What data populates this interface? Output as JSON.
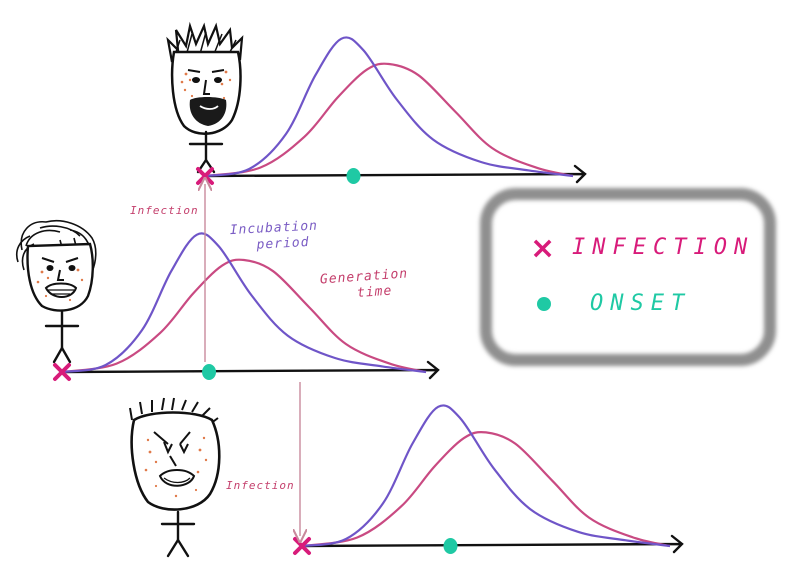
{
  "colors": {
    "infection": "#d81b7a",
    "onset": "#1fc9a4",
    "incubation_curve": "#6f55c8",
    "generation_curve": "#c94a82",
    "axis": "#111111",
    "annotation_purple": "#7a5cc4",
    "annotation_pink": "#c43f6c",
    "transmission_arrow": "#c98a9c",
    "legend_border": "#8f8f8f"
  },
  "labels": {
    "infection_top": "Infection",
    "infection_bottom": "Infection",
    "incubation_line1": "Incubation",
    "incubation_line2": "period",
    "generation_line1": "Generation",
    "generation_line2": "time"
  },
  "legend": {
    "infection_marker": "×",
    "infection_label": "INFECTION",
    "onset_label": "ONSET"
  },
  "icons": {
    "infection_marker": "x-mark-icon",
    "onset_marker": "dot-icon",
    "person": "stick-figure-icon"
  },
  "people": [
    {
      "name": "person-top",
      "hair": "spiky",
      "beard": true
    },
    {
      "name": "person-middle",
      "hair": "messy",
      "beard": false
    },
    {
      "name": "person-bottom",
      "hair": "bristle",
      "beard": false
    }
  ]
}
